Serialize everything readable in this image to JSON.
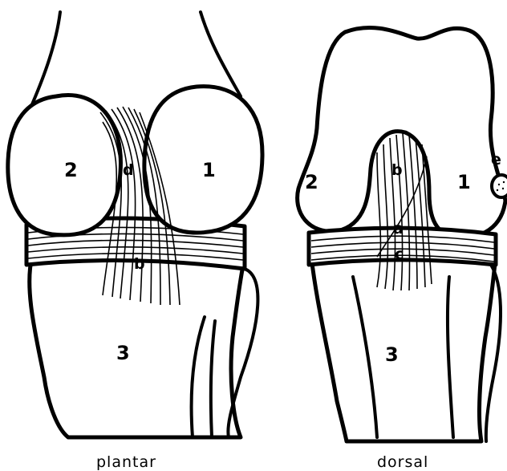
{
  "plantar": {
    "caption": "plantar",
    "labels": {
      "condyle_left": "2",
      "condyle_right": "1",
      "tibia": "3",
      "ligament_d": "d",
      "ligament_b": "b"
    }
  },
  "dorsal": {
    "caption": "dorsal",
    "labels": {
      "condyle_left": "2",
      "condyle_right": "1",
      "tibia": "3",
      "ligament_b": "b",
      "ligament_a": "a",
      "ligament_c": "c",
      "ligament_e": "e"
    }
  },
  "colors": {
    "ink": "#000000",
    "paper": "#ffffff"
  }
}
